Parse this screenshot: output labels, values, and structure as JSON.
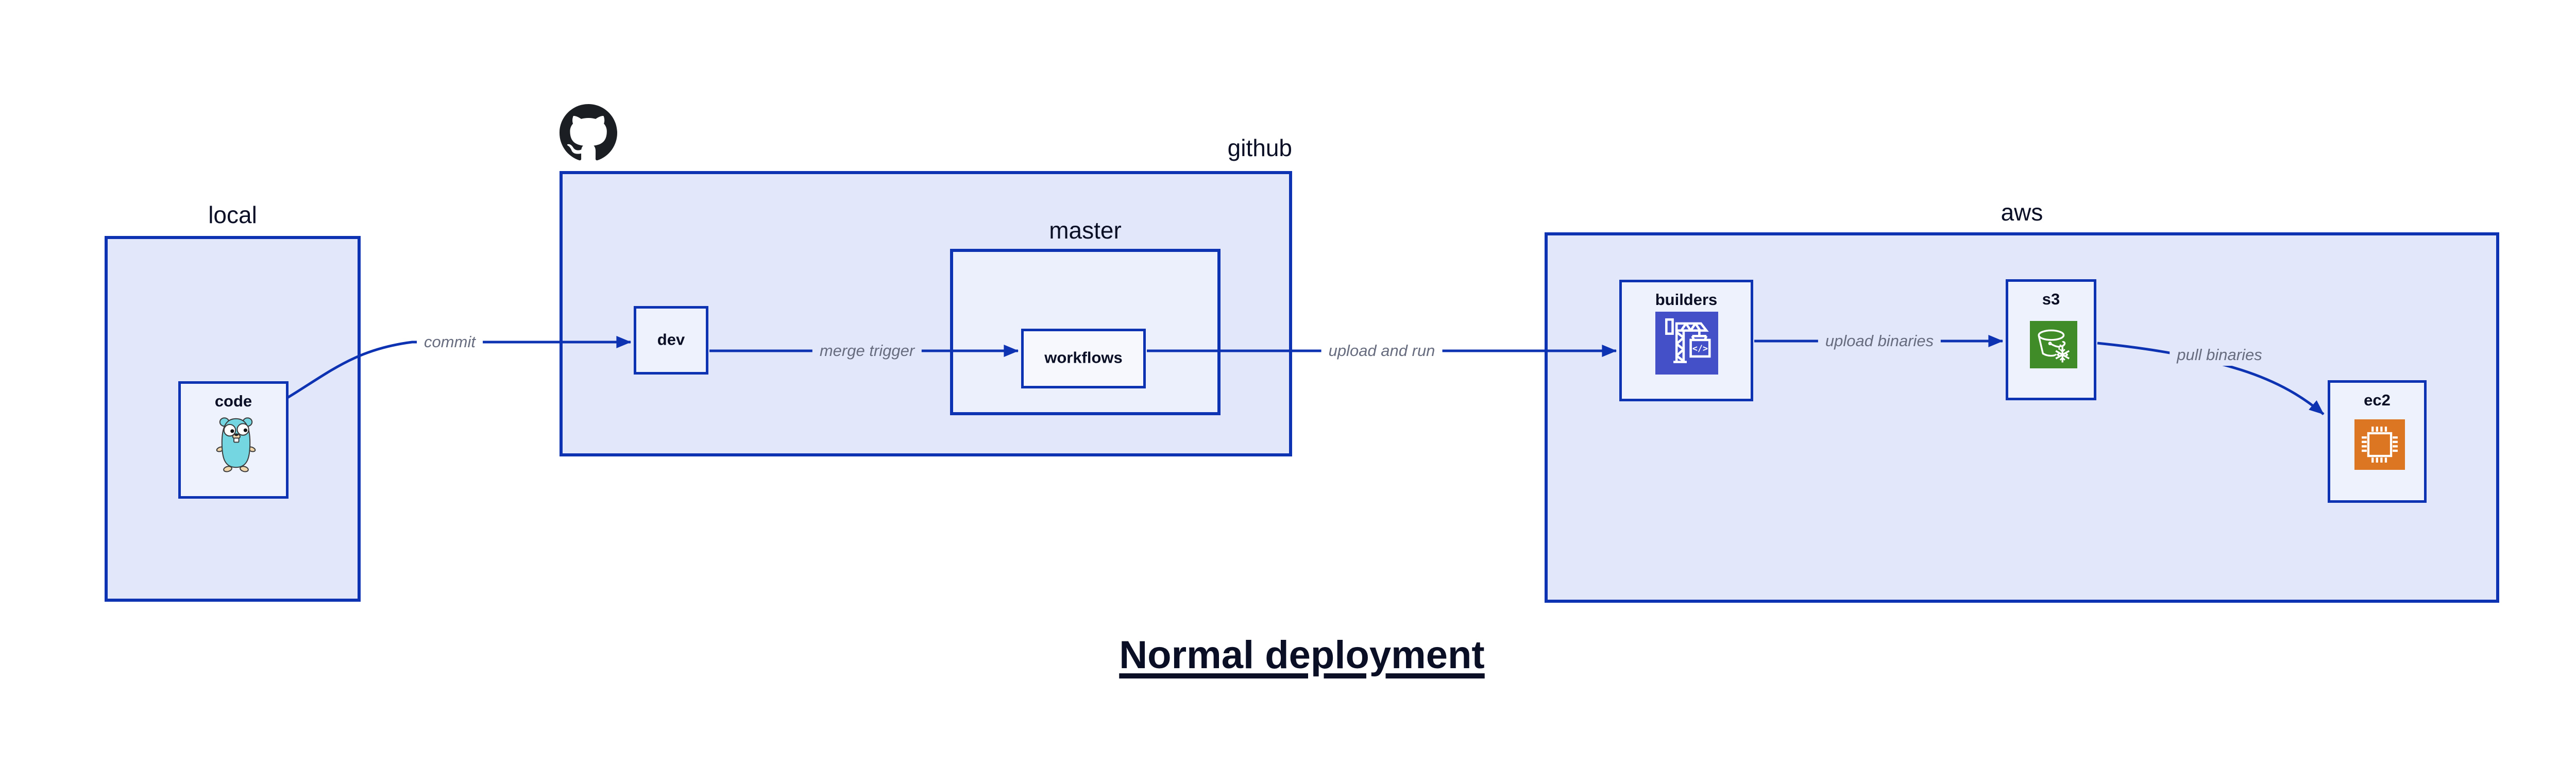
{
  "diagram": {
    "title": "Normal deployment",
    "containers": [
      {
        "id": "local",
        "label": "local"
      },
      {
        "id": "github",
        "label": "github",
        "icon": "github-octocat"
      },
      {
        "id": "master",
        "label": "master",
        "parent": "github"
      },
      {
        "id": "aws",
        "label": "aws"
      }
    ],
    "nodes": [
      {
        "id": "code",
        "label": "code",
        "container": "local",
        "icon": "go-gopher"
      },
      {
        "id": "dev",
        "label": "dev",
        "container": "github"
      },
      {
        "id": "workflows",
        "label": "workflows",
        "container": "master"
      },
      {
        "id": "builders",
        "label": "builders",
        "container": "aws",
        "icon": "codebuild-crane"
      },
      {
        "id": "s3",
        "label": "s3",
        "container": "aws",
        "icon": "s3-glacier-bucket"
      },
      {
        "id": "ec2",
        "label": "ec2",
        "container": "aws",
        "icon": "ec2-chip"
      }
    ],
    "edges": [
      {
        "from": "code",
        "to": "dev",
        "label": "commit"
      },
      {
        "from": "dev",
        "to": "workflows",
        "label": "merge trigger"
      },
      {
        "from": "workflows",
        "to": "builders",
        "label": "upload and run"
      },
      {
        "from": "builders",
        "to": "s3",
        "label": "upload binaries"
      },
      {
        "from": "s3",
        "to": "ec2",
        "label": "pull binaries"
      }
    ],
    "colors": {
      "canvas": "#ffffff",
      "stroke": "#0d32b2",
      "container_fill": "#e2e8fa",
      "nested_container_fill": "#ecf0fc",
      "node_fill": "#eef2fc",
      "inner_node_fill": "#f6f8fe",
      "node_label": "#0a0f25",
      "edge_label": "#676c7e",
      "title": "#0a0f25",
      "octocat": "#1b1f23",
      "codebuild_icon_bg": "#4450c8",
      "s3_icon_bg": "#3f8c28",
      "ec2_icon_bg": "#dd7622",
      "gopher_body": "#74d6e0",
      "gopher_skin": "#f2d7ad"
    }
  }
}
